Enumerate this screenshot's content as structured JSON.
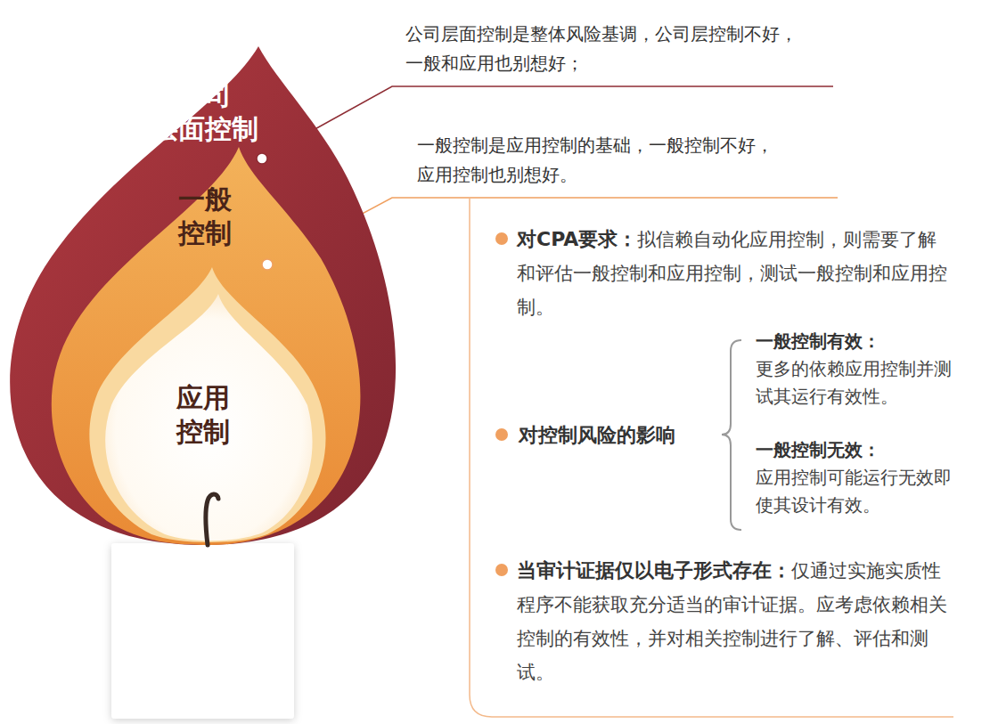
{
  "diagram": {
    "nodes": [
      {
        "text": [
          "公司 层面控制"
        ]
      },
      {
        "text": [
          "一般 控制"
        ],
        "in": 0
      },
      {
        "text": [
          "应用 控制"
        ],
        "in": 1
      }
    ],
    "labels": [
      "公司层面控制是整体风险基调，公司层控制不好，一般和应用也别想好；",
      "一般控制是应用控制的基础，一般控制不好，应用控制也别想好。",
      "对CPA要求：",
      "拟信赖自动化应用控制，则需要了解和评估一般控制和应用控制，测试一般控制和应用控制。",
      "对控制风险的影响",
      "一般控制有效：",
      "更多的依赖应用控制并测试其运行有效性。",
      "一般控制无效：",
      "应用控制可能运行无效即使其设计有效。",
      "当审计证据仅以电子形式存在：",
      "仅通过实施实质性程序不能获取充分适当的审计证据。应考虑依赖相关控制的有效性，并对相关控制进行了解、评估和测试。"
    ]
  }
}
